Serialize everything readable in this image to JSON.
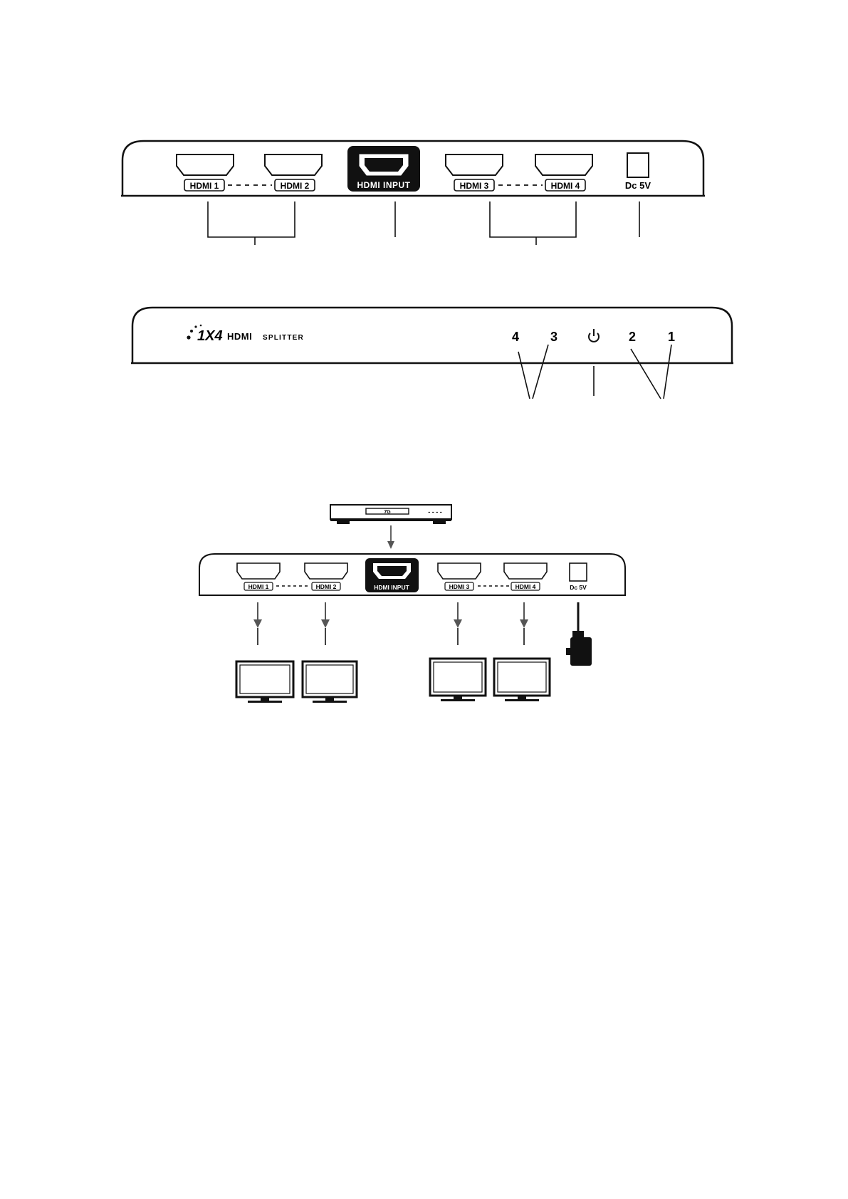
{
  "rear_panel": {
    "ports": [
      "HDMI 1",
      "HDMI 2",
      "HDMI 3",
      "HDMI 4"
    ],
    "input_label": "HDMI INPUT",
    "power_label": "Dc 5V"
  },
  "front_panel": {
    "logo_prefix": "1X4",
    "logo_brand": "HDMI",
    "logo_suffix": "SPLITTER",
    "leds": [
      "4",
      "3",
      "2",
      "1"
    ],
    "power_led": "power-icon"
  },
  "connection": {
    "source_display": "7G",
    "source_dots": "- - - -",
    "ports": [
      "HDMI 1",
      "HDMI 2",
      "HDMI 3",
      "HDMI 4"
    ],
    "input_label": "HDMI INPUT",
    "power_label": "Dc 5V",
    "outputs": [
      "display-icon",
      "display-icon",
      "display-icon",
      "display-icon"
    ]
  },
  "colors": {
    "ink": "#111111",
    "arrow": "#555555",
    "panel": "#ffffff"
  }
}
